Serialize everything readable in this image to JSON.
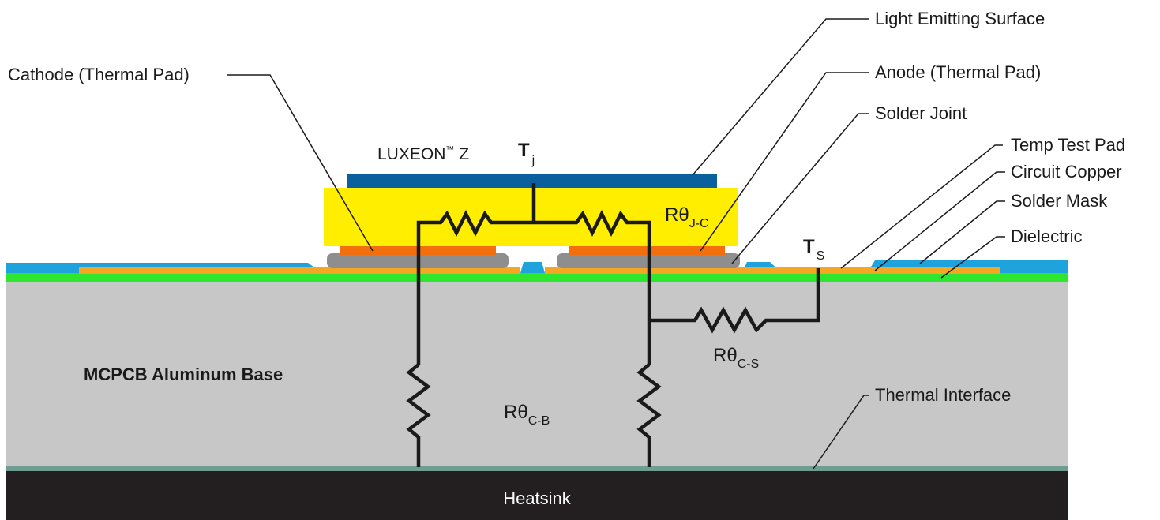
{
  "labels": {
    "light_emitting_surface": "Light Emitting Surface",
    "anode": "Anode (Thermal Pad)",
    "solder_joint": "Solder Joint",
    "temp_test_pad": "Temp Test Pad",
    "circuit_copper": "Circuit Copper",
    "solder_mask": "Solder Mask",
    "dielectric": "Dielectric",
    "thermal_interface": "Thermal Interface",
    "cathode": "Cathode (Thermal Pad)",
    "luxeon_name": "LUXEON",
    "luxeon_tm": "™",
    "luxeon_model": " Z",
    "mcpcb_base": "MCPCB Aluminum Base",
    "heatsink": "Heatsink"
  },
  "symbols": {
    "tj_main": "T",
    "tj_sub": "j",
    "ts_main": "T",
    "ts_sub": "S",
    "rjc_main": "Rθ",
    "rjc_sub": "J-C",
    "rcs_main": "Rθ",
    "rcs_sub": "C-S",
    "rcb_main": "Rθ",
    "rcb_sub": "C-B"
  },
  "colors": {
    "solder_mask": "#1fa3dc",
    "dielectric": "#2ee62e",
    "circuit_copper": "#f5a623",
    "aluminum_base": "#c8c7c7",
    "heatsink": "#231f20",
    "thermal_interface": "#6f9d92",
    "led_body": "#ffee00",
    "emitter": "#0a5f9e",
    "thermal_pad": "#f26f0c",
    "solder": "#8e8e8e",
    "wire": "#1a1a1a"
  }
}
